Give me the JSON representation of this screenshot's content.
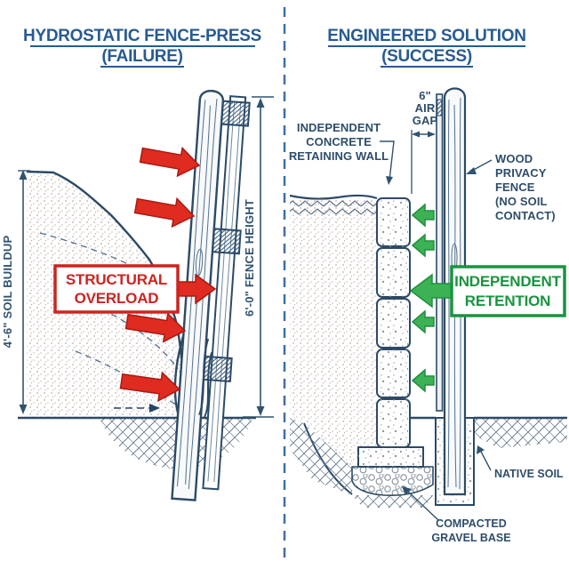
{
  "left_panel": {
    "title": "HYDROSTATIC FENCE-PRESS",
    "subtitle": "(FAILURE)",
    "soil_buildup_dim": "4'-6\" SOIL BUILDUP",
    "fence_height_dim": "6'-0\" FENCE HEIGHT",
    "overload_box": {
      "line1": "STRUCTURAL",
      "line2": "OVERLOAD"
    }
  },
  "right_panel": {
    "title": "ENGINEERED SOLUTION",
    "subtitle": "(SUCCESS)",
    "wall_label": {
      "line1": "INDEPENDENT",
      "line2": "CONCRETE",
      "line3": "RETAINING WALL"
    },
    "air_gap_label": {
      "line1": "6\"",
      "line2": "AIR",
      "line3": "GAP"
    },
    "fence_label": {
      "line1": "WOOD",
      "line2": "PRIVACY",
      "line3": "FENCE",
      "line4": "(NO SOIL",
      "line5": "CONTACT)"
    },
    "retention_box": {
      "line1": "INDEPENDENT",
      "line2": "RETENTION"
    },
    "native_soil_label": "NATIVE SOIL",
    "gravel_label": {
      "line1": "COMPACTED",
      "line2": "GRAVEL BASE"
    }
  },
  "colors": {
    "title_blue": "#275b93",
    "line_ink": "#2c4a66",
    "dim_ink": "#31536f",
    "failure_red": "#e02b20",
    "failure_red_dark": "#a81a12",
    "overload_text_red": "#cc2420",
    "success_green_fill": "#3cb254",
    "success_green_stroke": "#1e8f3e",
    "retention_text_green": "#1a9440"
  }
}
